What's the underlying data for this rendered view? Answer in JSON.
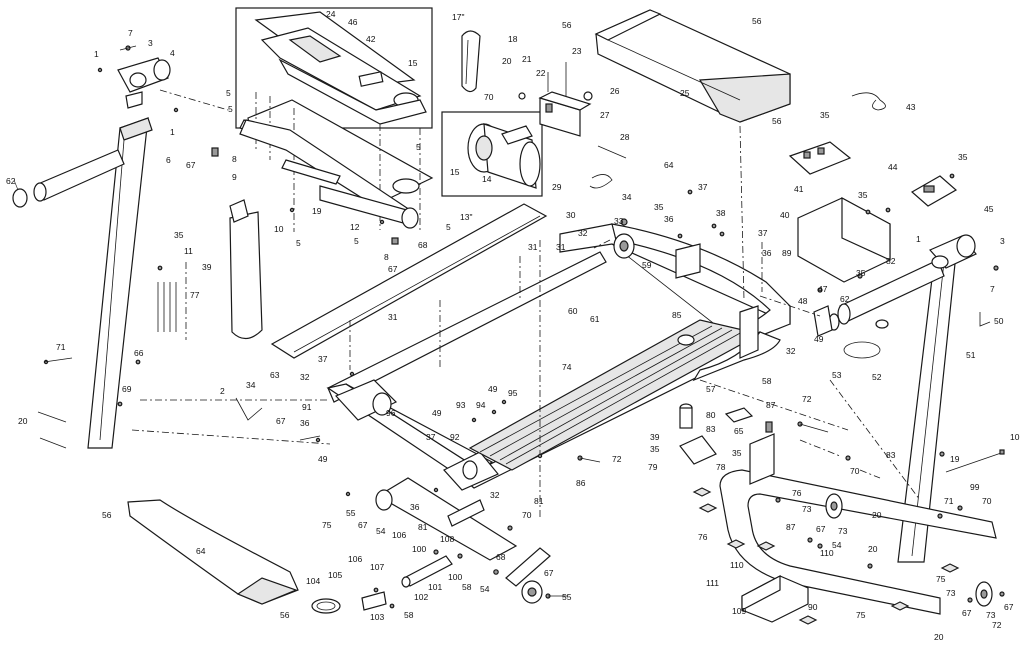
{
  "callouts": [
    {
      "id": "c1",
      "label": "1"
    },
    {
      "id": "c2",
      "label": "7"
    },
    {
      "id": "c3",
      "label": "3"
    },
    {
      "id": "c4",
      "label": "4"
    },
    {
      "id": "c5",
      "label": "1"
    },
    {
      "id": "c6",
      "label": "6"
    },
    {
      "id": "c7",
      "label": "62"
    },
    {
      "id": "c8",
      "label": "5"
    },
    {
      "id": "c9",
      "label": "5"
    },
    {
      "id": "c10",
      "label": "8"
    },
    {
      "id": "c11",
      "label": "67"
    },
    {
      "id": "c12",
      "label": "9"
    },
    {
      "id": "c13",
      "label": "10"
    },
    {
      "id": "c14",
      "label": "19"
    },
    {
      "id": "c15",
      "label": "12"
    },
    {
      "id": "c16",
      "label": "5"
    },
    {
      "id": "c17",
      "label": "5"
    },
    {
      "id": "c18",
      "label": "68"
    },
    {
      "id": "c19",
      "label": "5"
    },
    {
      "id": "c20",
      "label": "8"
    },
    {
      "id": "c21",
      "label": "67"
    },
    {
      "id": "c22",
      "label": "24"
    },
    {
      "id": "c23",
      "label": "46"
    },
    {
      "id": "c24",
      "label": "42"
    },
    {
      "id": "c25",
      "label": "17\""
    },
    {
      "id": "c26",
      "label": "15"
    },
    {
      "id": "c27",
      "label": "5"
    },
    {
      "id": "c28",
      "label": "18"
    },
    {
      "id": "c29",
      "label": "20"
    },
    {
      "id": "c30",
      "label": "21"
    },
    {
      "id": "c31",
      "label": "22"
    },
    {
      "id": "c32",
      "label": "23"
    },
    {
      "id": "c33",
      "label": "70"
    },
    {
      "id": "c34",
      "label": "26"
    },
    {
      "id": "c35",
      "label": "27"
    },
    {
      "id": "c36",
      "label": "28"
    },
    {
      "id": "c37",
      "label": "15"
    },
    {
      "id": "c38",
      "label": "14"
    },
    {
      "id": "c39",
      "label": "13\""
    },
    {
      "id": "c40",
      "label": "29"
    },
    {
      "id": "c41",
      "label": "56"
    },
    {
      "id": "c42",
      "label": "56"
    },
    {
      "id": "c43",
      "label": "25"
    },
    {
      "id": "c44",
      "label": "56"
    },
    {
      "id": "c45",
      "label": "43"
    },
    {
      "id": "c46",
      "label": "35"
    },
    {
      "id": "c47",
      "label": "41"
    },
    {
      "id": "c48",
      "label": "64"
    },
    {
      "id": "c49",
      "label": "37"
    },
    {
      "id": "c50",
      "label": "30"
    },
    {
      "id": "c51",
      "label": "34"
    },
    {
      "id": "c52",
      "label": "35"
    },
    {
      "id": "c53",
      "label": "33"
    },
    {
      "id": "c54",
      "label": "36"
    },
    {
      "id": "c55",
      "label": "38"
    },
    {
      "id": "c56",
      "label": "44"
    },
    {
      "id": "c57",
      "label": "35"
    },
    {
      "id": "c58",
      "label": "40"
    },
    {
      "id": "c59",
      "label": "35"
    },
    {
      "id": "c60",
      "label": "45"
    },
    {
      "id": "c61",
      "label": "35"
    },
    {
      "id": "c62",
      "label": "11"
    },
    {
      "id": "c63",
      "label": "39"
    },
    {
      "id": "c64",
      "label": "77"
    },
    {
      "id": "c65",
      "label": "31"
    },
    {
      "id": "c66",
      "label": "32"
    },
    {
      "id": "c67",
      "label": "59"
    },
    {
      "id": "c68",
      "label": "37"
    },
    {
      "id": "c69",
      "label": "36"
    },
    {
      "id": "c70",
      "label": "89"
    },
    {
      "id": "c71",
      "label": "82"
    },
    {
      "id": "c72",
      "label": "35"
    },
    {
      "id": "c73",
      "label": "47"
    },
    {
      "id": "c74",
      "label": "1"
    },
    {
      "id": "c75",
      "label": "3"
    },
    {
      "id": "c76",
      "label": "7"
    },
    {
      "id": "c77",
      "label": "48"
    },
    {
      "id": "c78",
      "label": "62"
    },
    {
      "id": "c79",
      "label": "49"
    },
    {
      "id": "c80",
      "label": "50"
    },
    {
      "id": "c81",
      "label": "31"
    },
    {
      "id": "c82",
      "label": "60"
    },
    {
      "id": "c83",
      "label": "61"
    },
    {
      "id": "c84",
      "label": "63"
    },
    {
      "id": "c85",
      "label": "31"
    },
    {
      "id": "c86",
      "label": "85"
    },
    {
      "id": "c87",
      "label": "32"
    },
    {
      "id": "c88",
      "label": "51"
    },
    {
      "id": "c89",
      "label": "53"
    },
    {
      "id": "c90",
      "label": "52"
    },
    {
      "id": "c91",
      "label": "71"
    },
    {
      "id": "c92",
      "label": "66"
    },
    {
      "id": "c93",
      "label": "69"
    },
    {
      "id": "c94",
      "label": "20"
    },
    {
      "id": "c95",
      "label": "37"
    },
    {
      "id": "c96",
      "label": "32"
    },
    {
      "id": "c97",
      "label": "91"
    },
    {
      "id": "c98",
      "label": "2"
    },
    {
      "id": "c99",
      "label": "34"
    },
    {
      "id": "c100",
      "label": "74"
    },
    {
      "id": "c101",
      "label": "57"
    },
    {
      "id": "c102",
      "label": "58"
    },
    {
      "id": "c103",
      "label": "49"
    },
    {
      "id": "c104",
      "label": "95"
    },
    {
      "id": "c105",
      "label": "49"
    },
    {
      "id": "c106",
      "label": "93"
    },
    {
      "id": "c107",
      "label": "94"
    },
    {
      "id": "c108",
      "label": "96"
    },
    {
      "id": "c109",
      "label": "67"
    },
    {
      "id": "c110",
      "label": "36"
    },
    {
      "id": "c111",
      "label": "37"
    },
    {
      "id": "c112",
      "label": "92"
    },
    {
      "id": "c113",
      "label": "49"
    },
    {
      "id": "c114",
      "label": "72"
    },
    {
      "id": "c115",
      "label": "80"
    },
    {
      "id": "c116",
      "label": "83"
    },
    {
      "id": "c117",
      "label": "87"
    },
    {
      "id": "c118",
      "label": "65"
    },
    {
      "id": "c119",
      "label": "39"
    },
    {
      "id": "c120",
      "label": "35"
    },
    {
      "id": "c121",
      "label": "79"
    },
    {
      "id": "c122",
      "label": "78"
    },
    {
      "id": "c123",
      "label": "35"
    },
    {
      "id": "c124",
      "label": "86"
    },
    {
      "id": "c125",
      "label": "72"
    },
    {
      "id": "c126",
      "label": "10"
    },
    {
      "id": "c127",
      "label": "19"
    },
    {
      "id": "c128",
      "label": "99"
    },
    {
      "id": "c129",
      "label": "83"
    },
    {
      "id": "c130",
      "label": "70"
    },
    {
      "id": "c131",
      "label": "76"
    },
    {
      "id": "c132",
      "label": "73"
    },
    {
      "id": "c133",
      "label": "67"
    },
    {
      "id": "c134",
      "label": "73"
    },
    {
      "id": "c135",
      "label": "87"
    },
    {
      "id": "c136",
      "label": "71"
    },
    {
      "id": "c137",
      "label": "70"
    },
    {
      "id": "c138",
      "label": "75"
    },
    {
      "id": "c139",
      "label": "55"
    },
    {
      "id": "c140",
      "label": "67"
    },
    {
      "id": "c141",
      "label": "36"
    },
    {
      "id": "c142",
      "label": "81"
    },
    {
      "id": "c143",
      "label": "54"
    },
    {
      "id": "c144",
      "label": "32"
    },
    {
      "id": "c145",
      "label": "70"
    },
    {
      "id": "c146",
      "label": "81"
    },
    {
      "id": "c147",
      "label": "106"
    },
    {
      "id": "c148",
      "label": "100"
    },
    {
      "id": "c149",
      "label": "108"
    },
    {
      "id": "c150",
      "label": "68"
    },
    {
      "id": "c151",
      "label": "56"
    },
    {
      "id": "c152",
      "label": "64"
    },
    {
      "id": "c153",
      "label": "56"
    },
    {
      "id": "c154",
      "label": "104"
    },
    {
      "id": "c155",
      "label": "105"
    },
    {
      "id": "c156",
      "label": "106"
    },
    {
      "id": "c157",
      "label": "107"
    },
    {
      "id": "c158",
      "label": "103"
    },
    {
      "id": "c159",
      "label": "58"
    },
    {
      "id": "c160",
      "label": "102"
    },
    {
      "id": "c161",
      "label": "101"
    },
    {
      "id": "c162",
      "label": "100"
    },
    {
      "id": "c163",
      "label": "58"
    },
    {
      "id": "c164",
      "label": "54"
    },
    {
      "id": "c165",
      "label": "67"
    },
    {
      "id": "c166",
      "label": "55"
    },
    {
      "id": "c167",
      "label": "76"
    },
    {
      "id": "c168",
      "label": "54"
    },
    {
      "id": "c169",
      "label": "110"
    },
    {
      "id": "c170",
      "label": "110"
    },
    {
      "id": "c171",
      "label": "111"
    },
    {
      "id": "c172",
      "label": "109"
    },
    {
      "id": "c173",
      "label": "90"
    },
    {
      "id": "c174",
      "label": "75"
    },
    {
      "id": "c175",
      "label": "20"
    },
    {
      "id": "c176",
      "label": "75"
    },
    {
      "id": "c177",
      "label": "73"
    },
    {
      "id": "c178",
      "label": "67"
    },
    {
      "id": "c179",
      "label": "73"
    },
    {
      "id": "c180",
      "label": "72"
    },
    {
      "id": "c181",
      "label": "20"
    },
    {
      "id": "c182",
      "label": "67"
    },
    {
      "id": "c183",
      "label": "20"
    }
  ]
}
